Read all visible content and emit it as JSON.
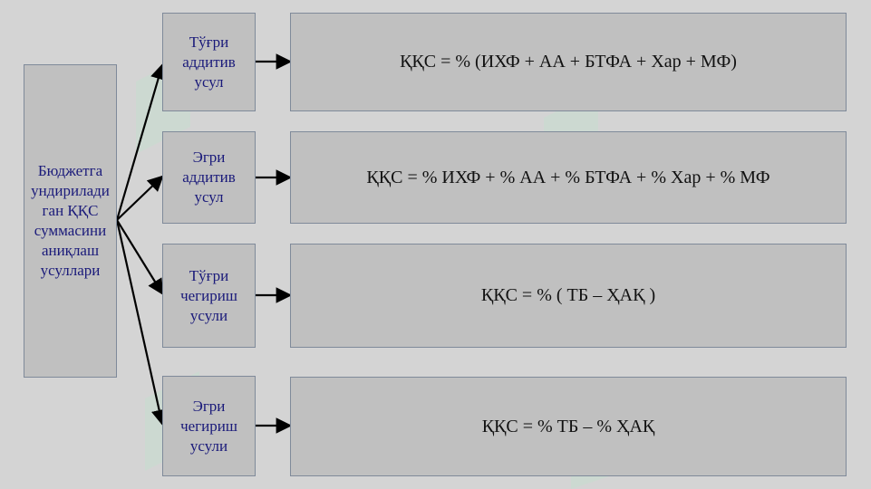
{
  "diagram": {
    "root_label": "Бюджетга ундирилади ган ҚҚС суммасини аниқлаш усуллари",
    "methods": [
      {
        "label": "Тўғри аддитив усул",
        "formula": "ҚҚС = % (ИХФ + АА + БТФА + Хар + МФ)"
      },
      {
        "label": "Эгри аддитив усул",
        "formula": "ҚҚС = % ИХФ + % АА + % БТФА + % Хар + % МФ"
      },
      {
        "label": "Тўғри чегириш усули",
        "formula": "ҚҚС = % ( ТБ – ҲАҚ )"
      },
      {
        "label": "Эгри чегириш усули",
        "formula": "ҚҚС = % ТБ – % ҲАҚ"
      }
    ]
  },
  "colors": {
    "background": "#d4d4d4",
    "box_fill": "#c0c0c0",
    "box_border": "#7f8a9a",
    "method_text": "#1a1a7a",
    "watermark": "#c8e6d2"
  }
}
